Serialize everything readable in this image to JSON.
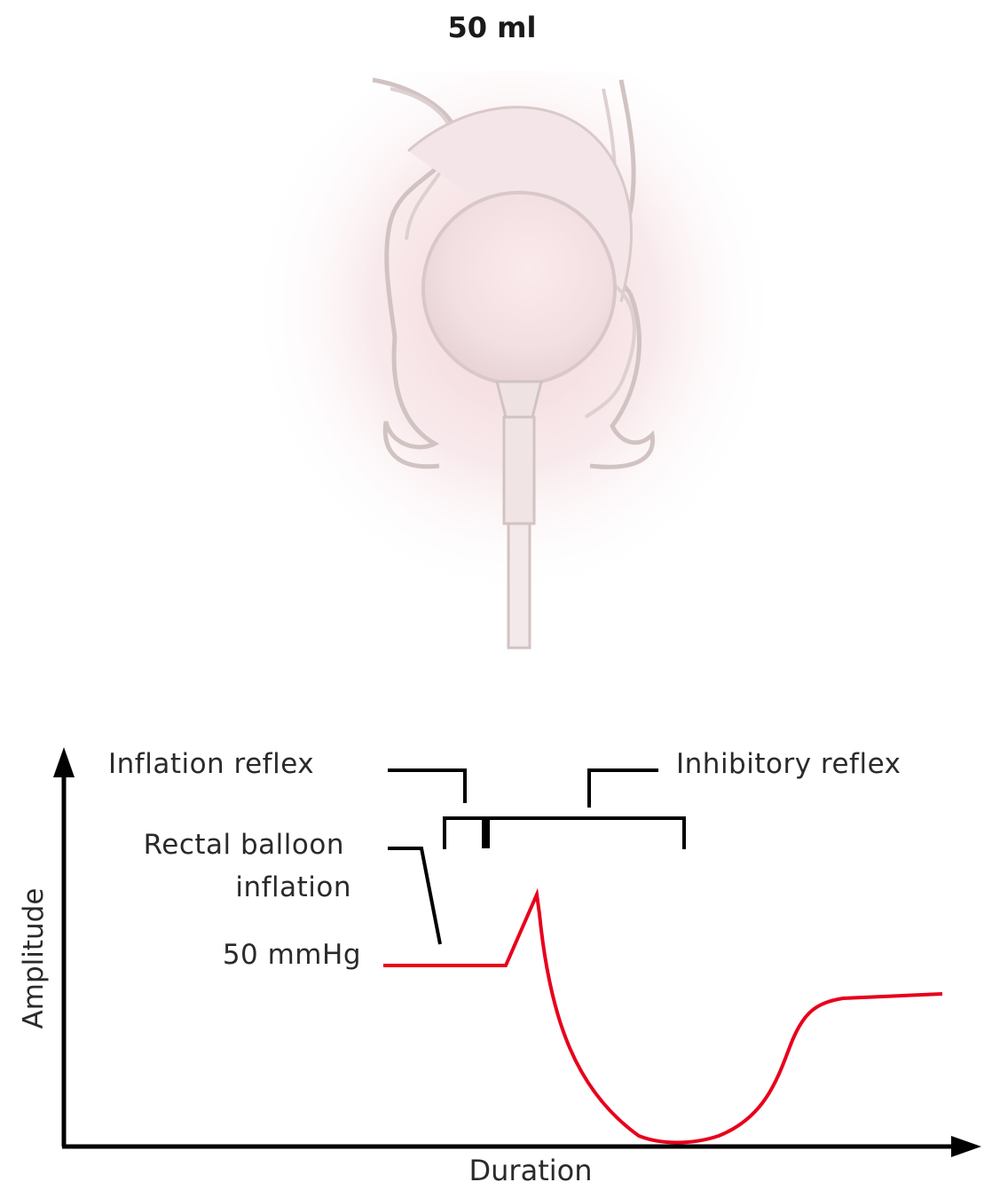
{
  "title": "50 ml",
  "labels": {
    "inflation_reflex": "Inflation reflex",
    "inhibitory_reflex": "Inhibitory reflex",
    "rectal_balloon_line1": "Rectal balloon",
    "rectal_balloon_line2": "inflation",
    "baseline_pressure": "50 mmHg"
  },
  "axes": {
    "y_label": "Amplitude",
    "x_label": "Duration"
  },
  "colors": {
    "pressure_trace": "#e8001c",
    "axis": "#000000",
    "anatomy_glow": "#f3d9dc",
    "anatomy_outline": "#d7c9c9"
  }
}
